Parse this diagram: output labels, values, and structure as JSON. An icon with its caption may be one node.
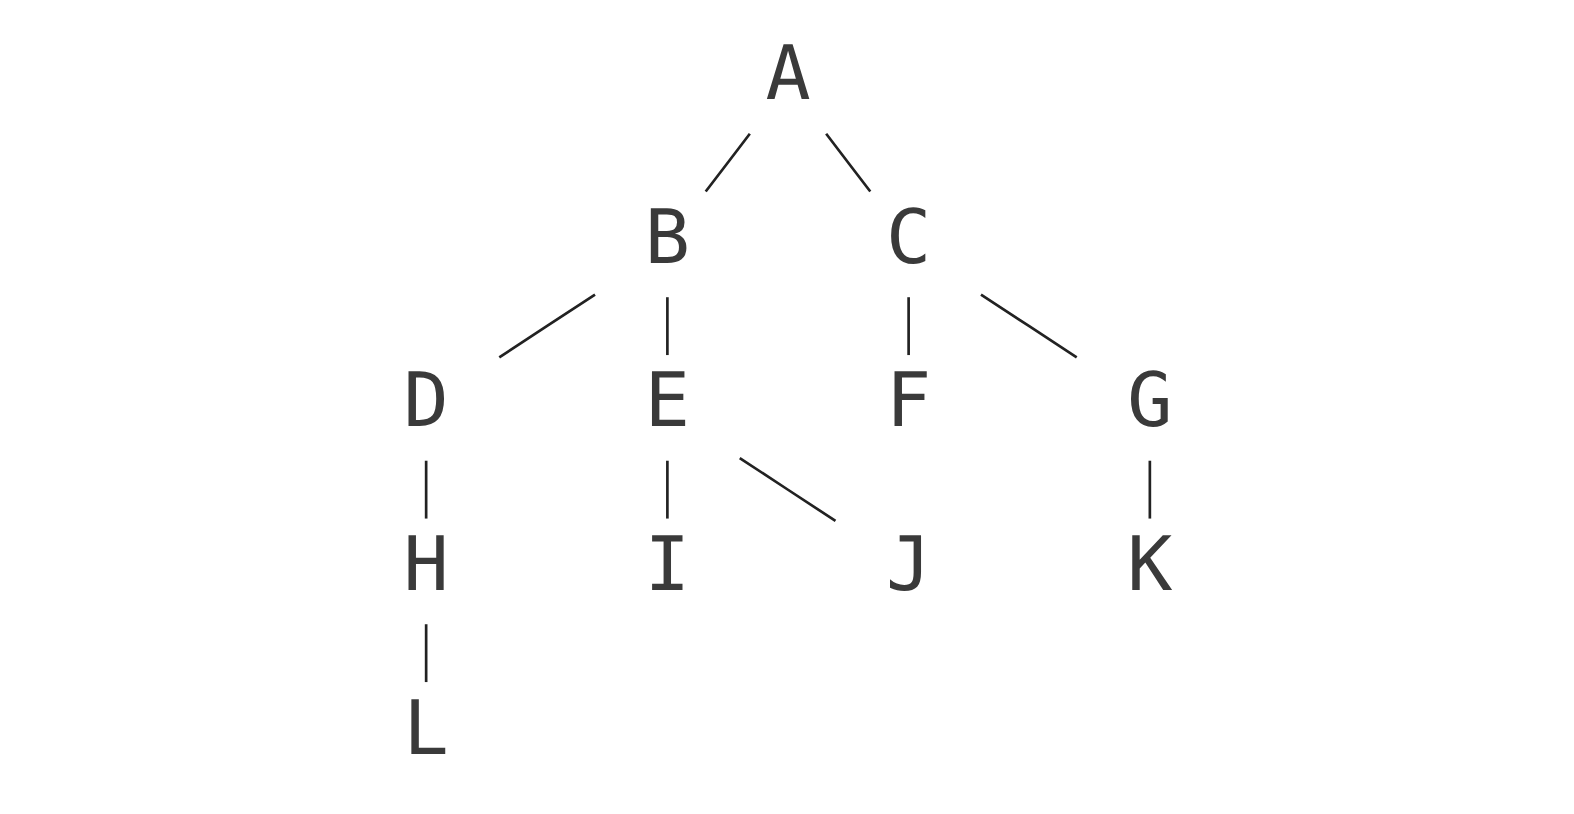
{
  "diagram": {
    "nodes": [
      {
        "text": [
          "A"
        ]
      },
      {
        "text": [
          "B"
        ]
      },
      {
        "text": [
          "C"
        ]
      },
      {
        "text": [
          "D"
        ]
      },
      {
        "text": [
          "E"
        ]
      },
      {
        "text": [
          "F"
        ]
      },
      {
        "text": [
          "G"
        ]
      },
      {
        "text": [
          "H"
        ]
      },
      {
        "text": [
          "I"
        ]
      },
      {
        "text": [
          "J"
        ]
      },
      {
        "text": [
          "K"
        ]
      },
      {
        "text": [
          "L"
        ]
      }
    ],
    "edges": [
      {
        "from": 0,
        "to": 1,
        "arrow": "none"
      },
      {
        "from": 0,
        "to": 2,
        "arrow": "none"
      },
      {
        "from": 1,
        "to": 3,
        "arrow": "none"
      },
      {
        "from": 1,
        "to": 4,
        "arrow": "none"
      },
      {
        "from": 2,
        "to": 5,
        "arrow": "none"
      },
      {
        "from": 2,
        "to": 6,
        "arrow": "none"
      },
      {
        "from": 3,
        "to": 7,
        "arrow": "none"
      },
      {
        "from": 4,
        "to": 8,
        "arrow": "none"
      },
      {
        "from": 4,
        "to": 9,
        "arrow": "none"
      },
      {
        "from": 6,
        "to": 10,
        "arrow": "none"
      },
      {
        "from": 7,
        "to": 11,
        "arrow": "none"
      }
    ]
  }
}
